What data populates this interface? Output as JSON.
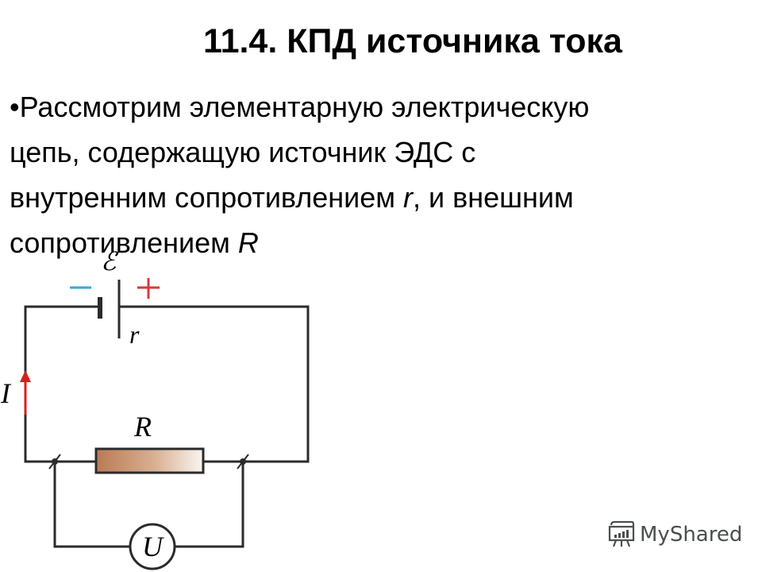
{
  "slide": {
    "title": "11.4. КПД источника тока",
    "paragraph": {
      "bullet": "•",
      "line1": "Рассмотрим элементарную электрическую",
      "line2": "цепь, содержащую источник ЭДС с",
      "line3_a": "внутренним сопротивлением ",
      "line3_var": "r",
      "line3_b": ", и внешним",
      "line4_a": "сопротивлением ",
      "line4_var": "R"
    }
  },
  "circuit": {
    "emf_label": "ℰ",
    "minus_sign": "−",
    "plus_sign": "+",
    "internal_resistance_label": "r",
    "current_label": "I",
    "resistor_label": "R",
    "voltmeter_label": "U",
    "colors": {
      "wire": "#2b2b2b",
      "minus": "#3aa7d6",
      "plus": "#d83a3a",
      "current_arrow": "#d81e1e",
      "resistor_start": "#b97a55",
      "resistor_end": "#fbf6f1"
    }
  },
  "watermark": {
    "text": "MyShared"
  }
}
